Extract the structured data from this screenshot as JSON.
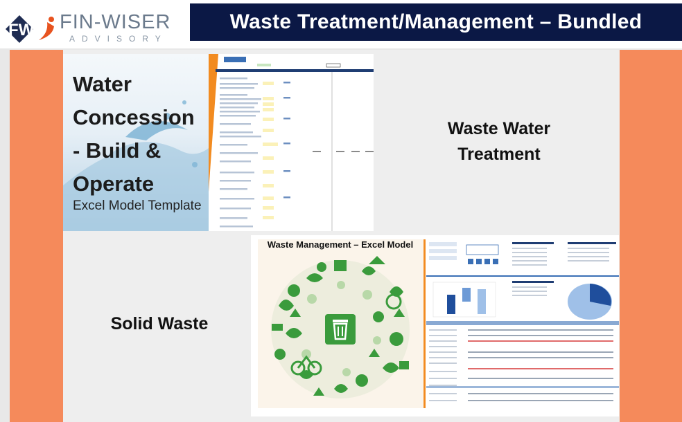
{
  "header": {
    "title": "Waste Treatment/Management – Bundled",
    "logo_mark": "FWA",
    "logo_name": "FIN-WISER",
    "logo_sub": "ADVISORY"
  },
  "products": {
    "water": {
      "title_lines": [
        "Water",
        "Concession",
        "- Build &",
        "Operate"
      ],
      "subtitle": "Excel Model Template"
    },
    "waste_water_label_lines": [
      "Waste Water",
      "Treatment"
    ],
    "solid_waste_label": "Solid Waste",
    "waste_management": {
      "title": "Waste Management – Excel Model",
      "icon": "recycle-bin-icon"
    }
  },
  "colors": {
    "navy": "#0b1845",
    "orange": "#f58a5b",
    "accent_orange": "#f28b20",
    "logo_red": "#e8531f",
    "icon_green": "#3a9b3c"
  }
}
